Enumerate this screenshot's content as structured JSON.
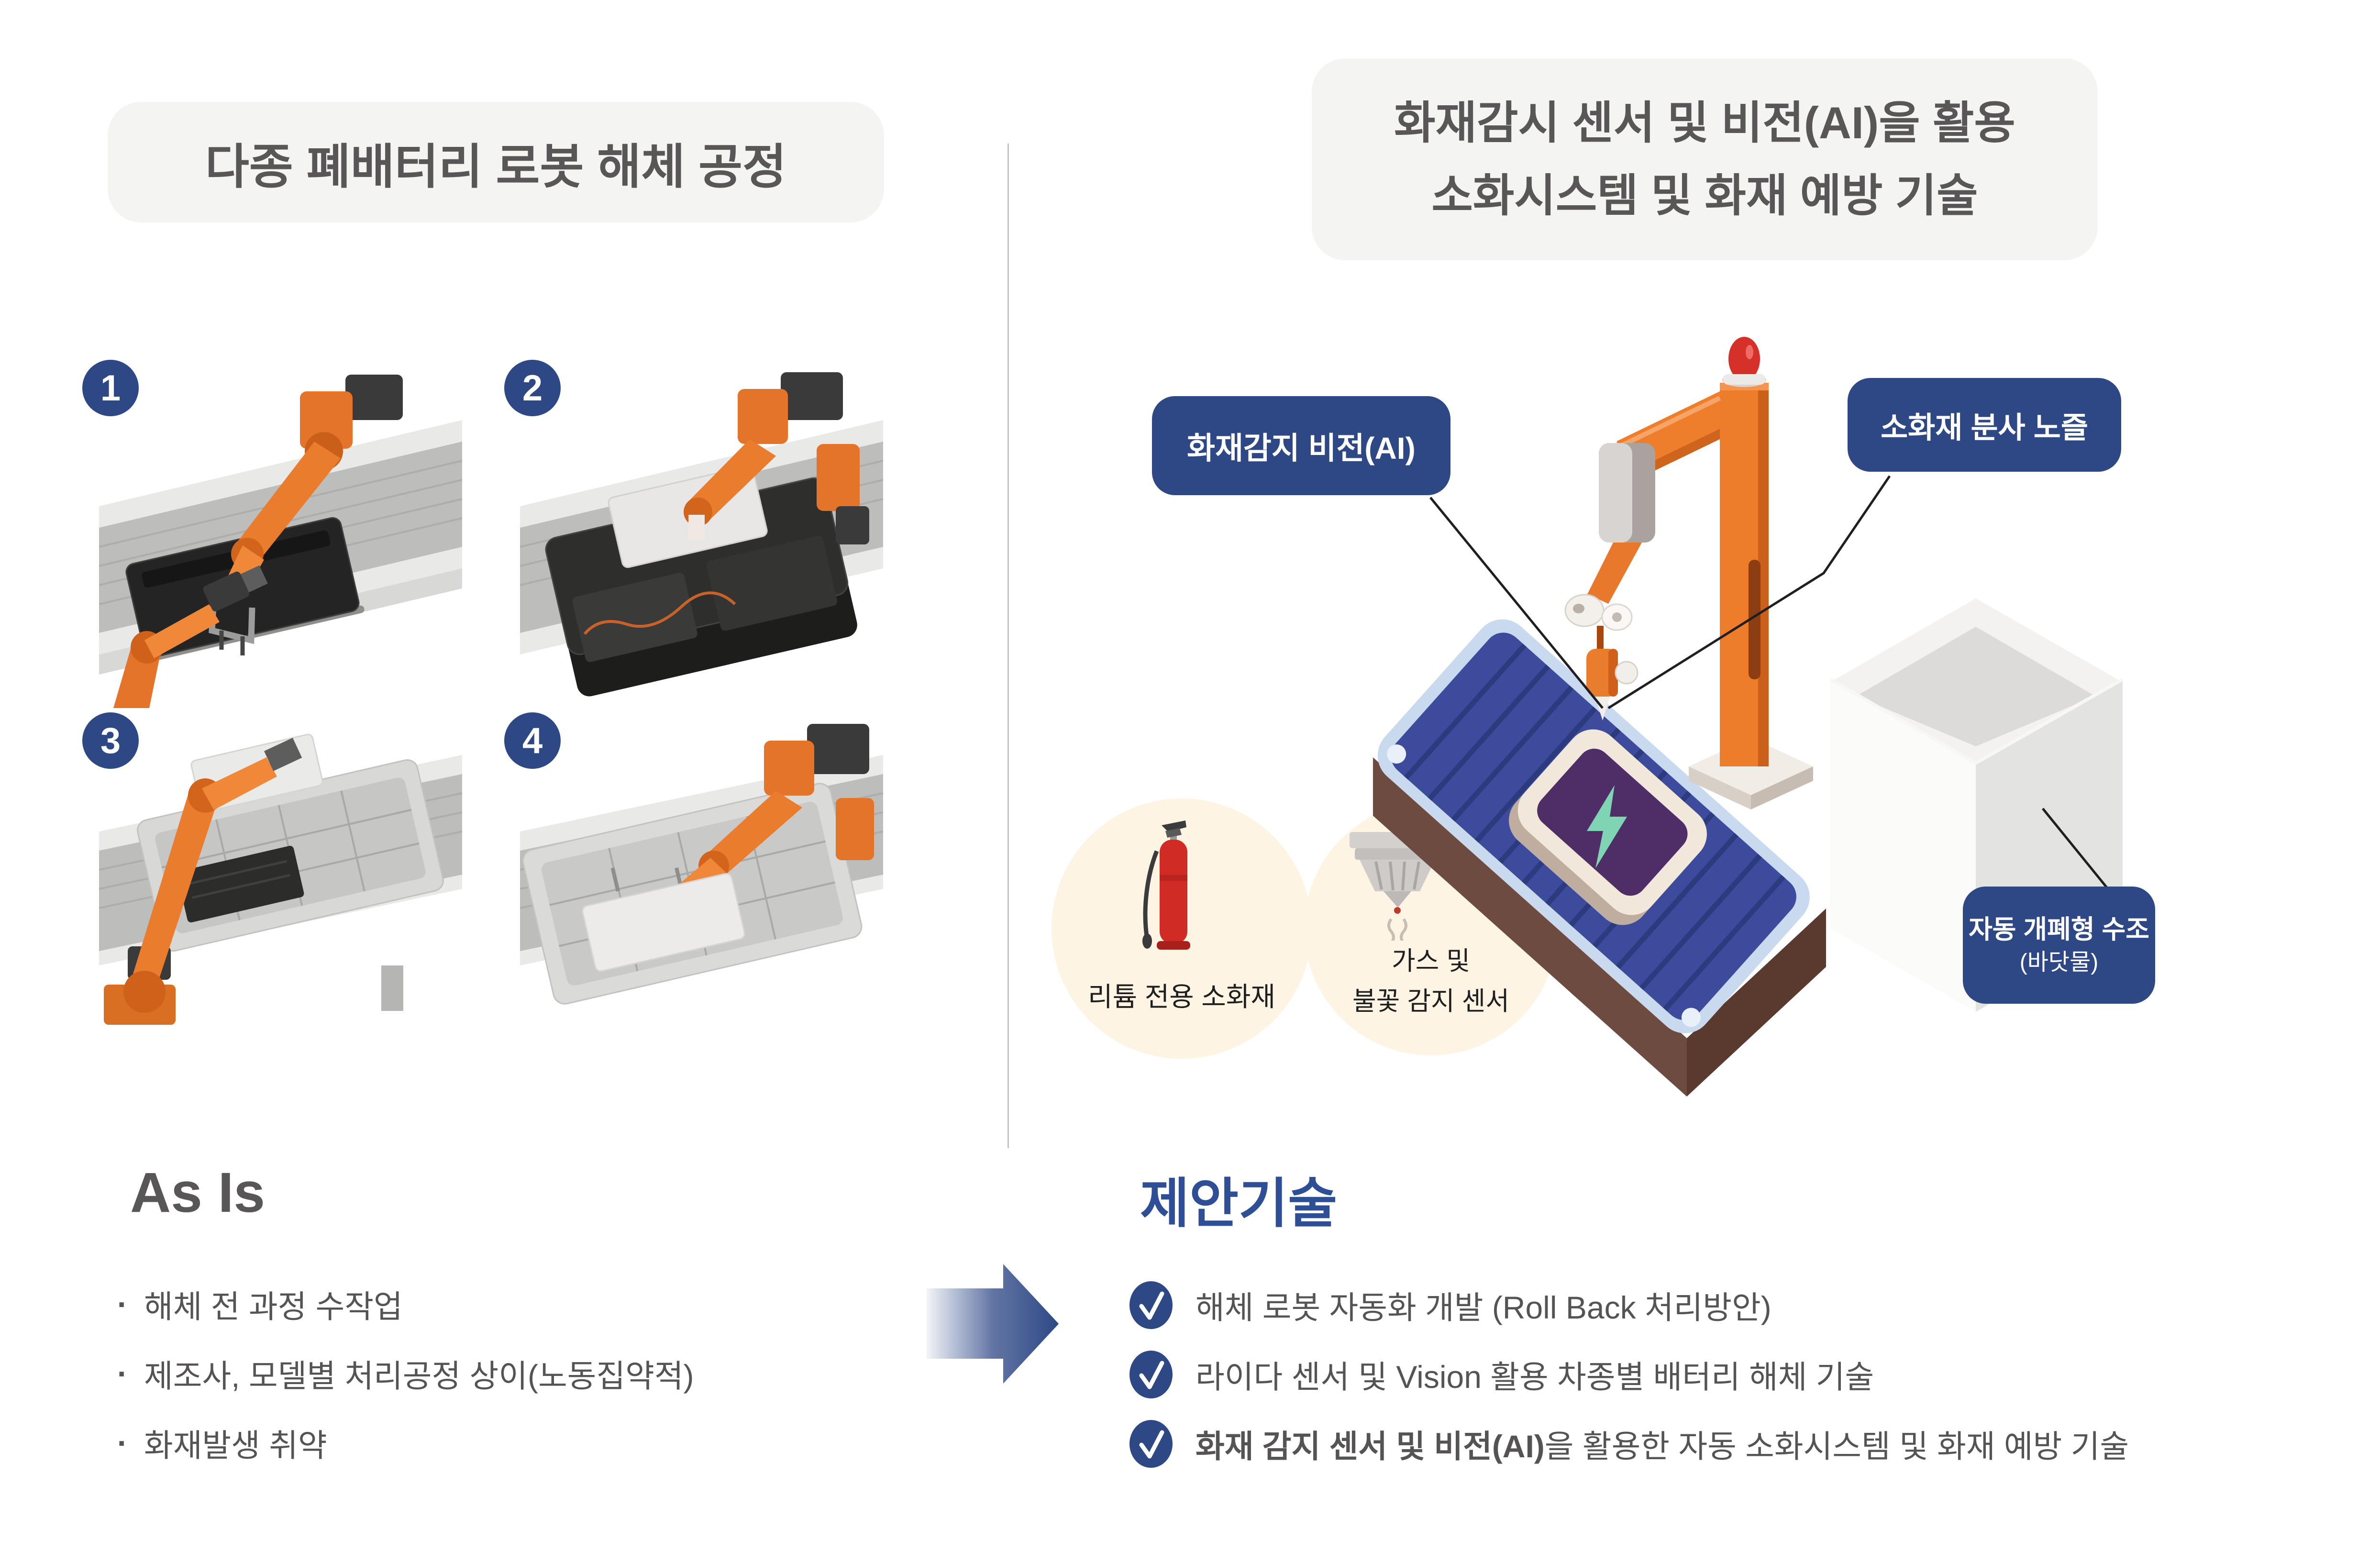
{
  "left": {
    "title": "다종 폐배터리 로봇 해체 공정",
    "steps": [
      {
        "num": "1"
      },
      {
        "num": "2"
      },
      {
        "num": "3"
      },
      {
        "num": "4"
      }
    ],
    "as_is": {
      "heading": "As Is",
      "bullet_char": "·",
      "bullets": [
        "해체 전 과정 수작업",
        "제조사, 모델별 처리공정 상이(노동집약적)",
        "화재발생 취약"
      ]
    }
  },
  "right": {
    "title_line1": "화재감시 센서 및 비전(AI)을 활용",
    "title_line2": "소화시스템 및 화재 예방 기술",
    "labels": {
      "vision": "화재감지 비전(AI)",
      "nozzle": "소화재 분사 노즐",
      "tank_line1": "자동 개폐형 수조",
      "tank_line2": "(바닷물)",
      "extinguisher": "리튬 전용 소화재",
      "gas_line1": "가스 및",
      "gas_line2": "불꽃 감지 센서"
    },
    "proposal": {
      "heading": "제안기술",
      "items": [
        {
          "bold": "",
          "text": "해체 로봇 자동화 개발 (Roll Back 처리방안)"
        },
        {
          "bold": "",
          "text": "라이다 센서 및 Vision 활용 차종별 배터리 해체 기술"
        },
        {
          "bold": "화재 감지 센서 및 비전(AI)",
          "text": "을 활용한 자동 소화시스템 및 화재 예방 기술"
        }
      ]
    }
  },
  "colors": {
    "navy": "#2e4886",
    "heading_blue": "#2e4f96",
    "title_gray": "#585656",
    "body_gray": "#555353",
    "pill_bg": "#f4f4f3",
    "cream_circle": "#fdf4e4",
    "belt_navy": "#3c4b9c",
    "robot_orange": "#ee7d2b",
    "beacon_red": "#d6302a",
    "battery_purple": "#4f2d66",
    "bolt_teal": "#7fd4b4"
  }
}
